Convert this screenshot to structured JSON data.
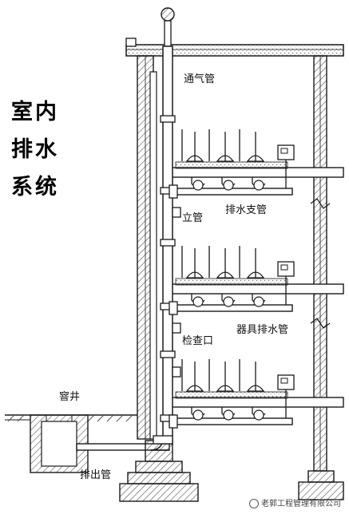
{
  "title_lines": [
    "室内",
    "排水",
    "系统"
  ],
  "labels": {
    "vent_pipe": "通气管",
    "drain_branch": "排水支管",
    "stack": "立管",
    "fixture_drain": "器具排水管",
    "cleanout": "检查口",
    "manhole": "窨井",
    "outlet_pipe": "排出管"
  },
  "watermark": "老郭工程管理有限公司",
  "colors": {
    "ink": "#1a1a1a",
    "hatch": "#555555",
    "paper": "#ffffff"
  }
}
